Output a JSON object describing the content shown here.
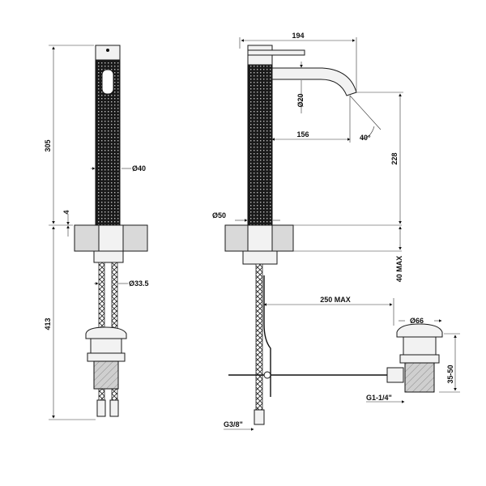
{
  "dimensions": {
    "front_height": "305",
    "front_diameter": "Ø40",
    "front_gap": "4",
    "front_hose_diameter": "Ø33.5",
    "front_lower_height": "413",
    "side_reach": "194",
    "side_spout_diameter": "Ø20",
    "side_spout_reach": "156",
    "side_spout_angle": "40°",
    "side_spout_height": "228",
    "side_base_diameter": "Ø50",
    "side_deck_thickness": "40 MAX",
    "side_rod_length": "250 MAX",
    "waste_diameter": "Ø66",
    "waste_height": "35-50",
    "waste_thread": "G1-1/4\"",
    "hose_thread": "G3/8\""
  }
}
